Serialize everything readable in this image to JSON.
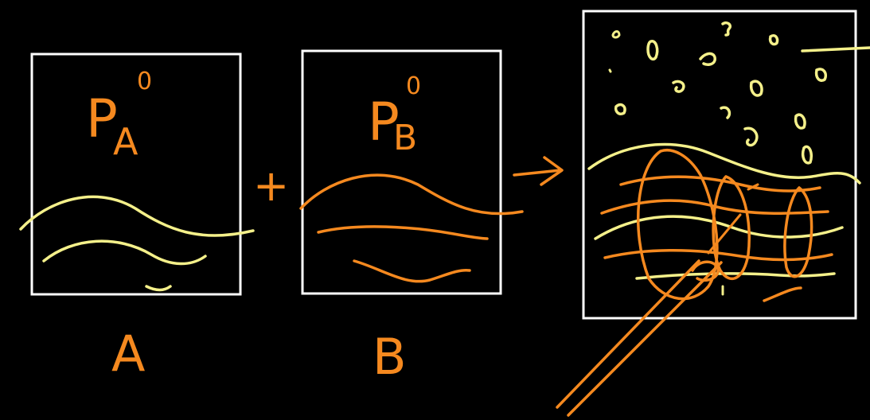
{
  "colors": {
    "background": "#000000",
    "box_outline": "#ffffff",
    "yellow_ink": "#f4f08a",
    "orange_ink": "#f5891f"
  },
  "labels": {
    "box_a_pressure": "P",
    "box_a_subscript": "A",
    "box_a_superscript": "0",
    "box_b_pressure": "P",
    "box_b_subscript": "B",
    "box_b_superscript": "0",
    "box_a_name": "A",
    "box_b_name": "B",
    "plus_sign": "+",
    "arrow": "→"
  }
}
